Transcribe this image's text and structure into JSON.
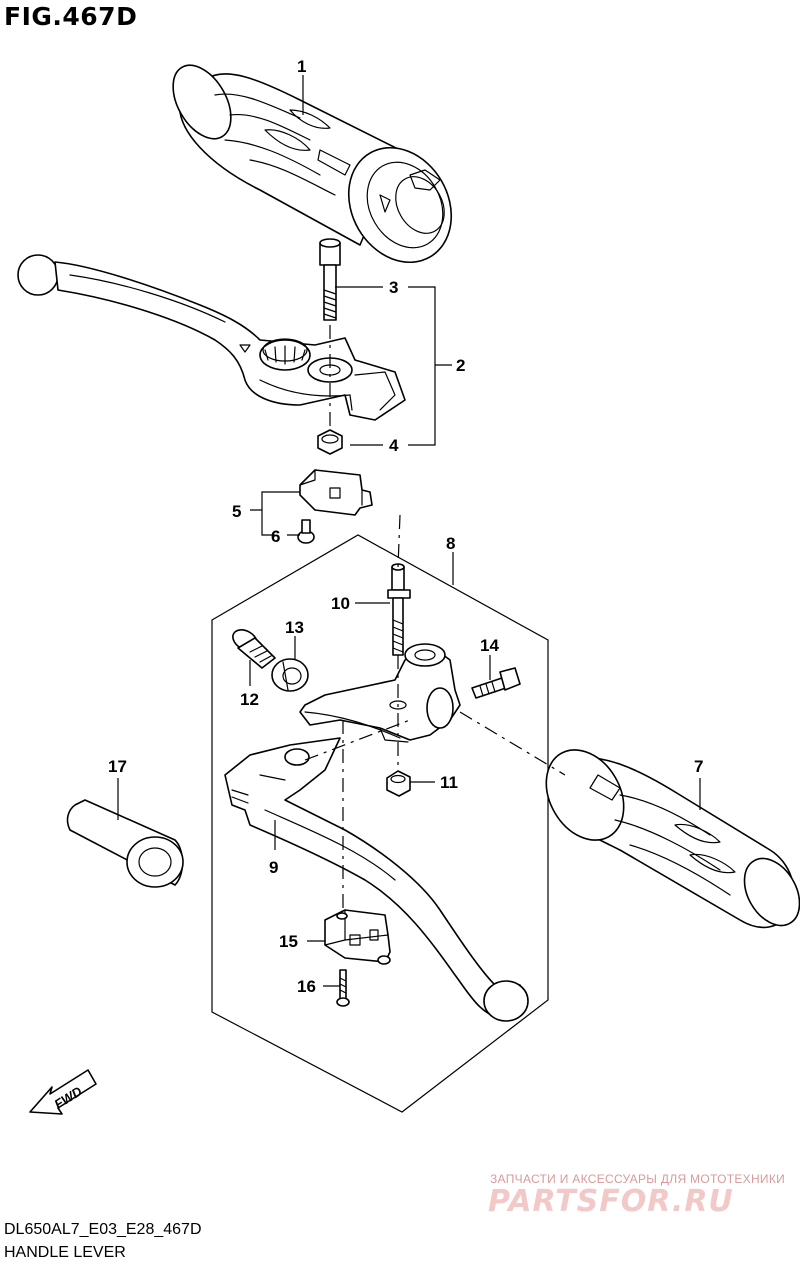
{
  "figure": {
    "title": "FIG.467D"
  },
  "callouts": [
    "1",
    "2",
    "3",
    "4",
    "5",
    "6",
    "7",
    "8",
    "9",
    "10",
    "11",
    "12",
    "13",
    "14",
    "15",
    "16",
    "17"
  ],
  "fwd_label": "FWD",
  "footer": {
    "code": "DL650AL7_E03_E28_467D",
    "title": "HANDLE LEVER"
  },
  "watermark": {
    "tagline": "ЗАПЧАСТИ И АКСЕССУАРЫ ДЛЯ МОТОТЕХНИКИ",
    "logo": "PARTSFOR.RU"
  }
}
